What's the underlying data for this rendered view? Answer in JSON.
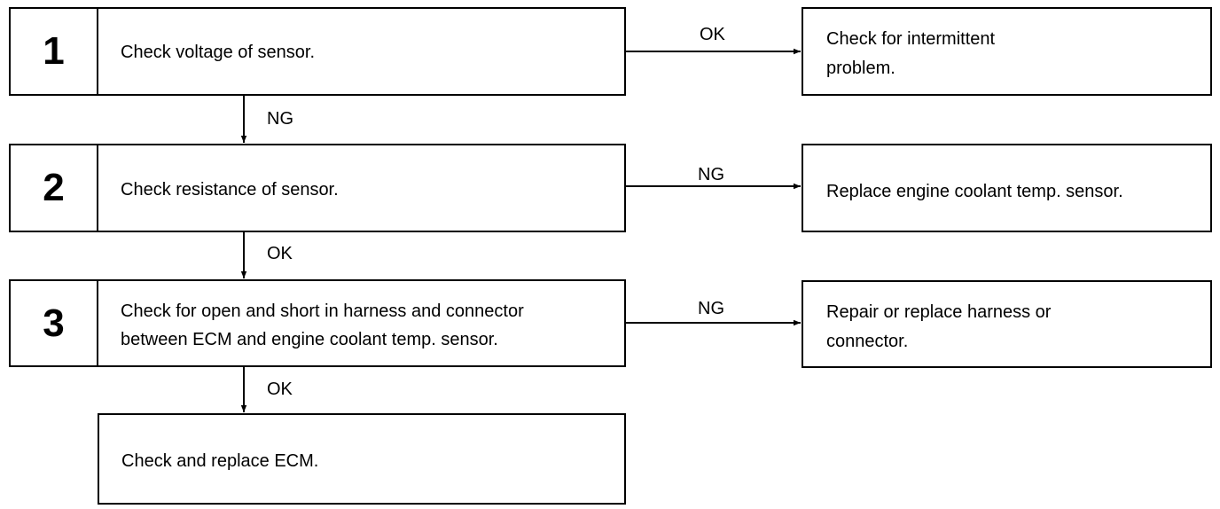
{
  "steps": [
    {
      "number": "1",
      "text": [
        "Check voltage of sensor."
      ]
    },
    {
      "number": "2",
      "text": [
        "Check resistance of sensor."
      ]
    },
    {
      "number": "3",
      "text": [
        "Check for open and short in harness and connector",
        "between ECM and engine coolant temp. sensor."
      ]
    }
  ],
  "final_box": {
    "text": "Check and replace ECM."
  },
  "outcomes": [
    {
      "text": [
        "Check for intermittent",
        "problem."
      ]
    },
    {
      "text": [
        "Replace engine coolant temp. sensor."
      ]
    },
    {
      "text": [
        "Repair or replace harness or",
        "connector."
      ]
    }
  ],
  "branch_labels": {
    "step1": "OK",
    "step2": "NG",
    "step3": "NG"
  },
  "down_labels": {
    "step1": "NG",
    "step2": "OK",
    "step3": "OK"
  }
}
